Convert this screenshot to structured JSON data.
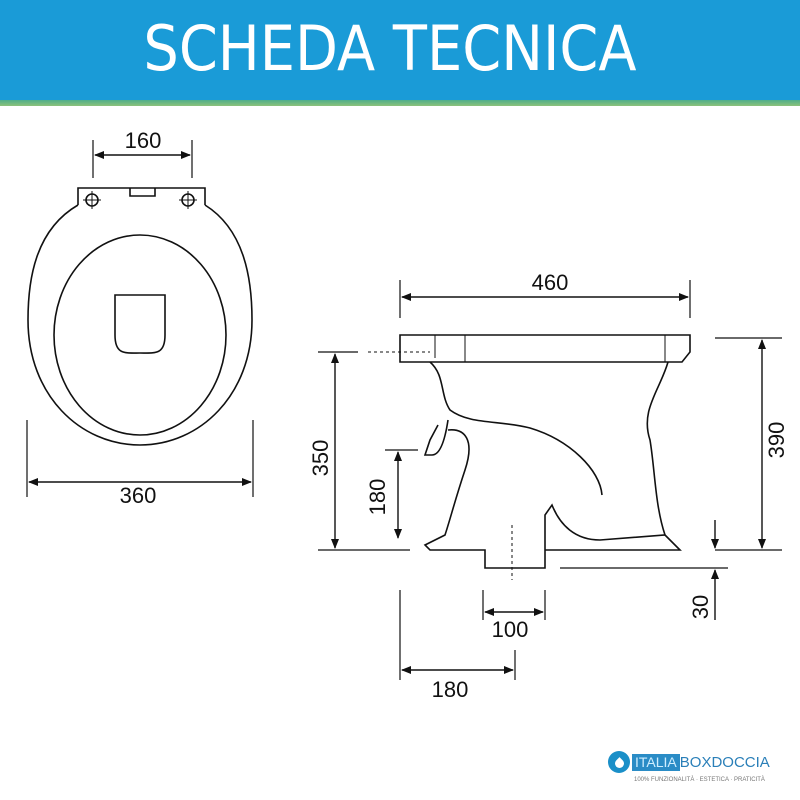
{
  "header": {
    "title": "SCHEDA TECNICA"
  },
  "top_view": {
    "dim_hinge_spacing": "160",
    "dim_width": "360"
  },
  "side_view": {
    "dim_length": "460",
    "dim_total_height": "390",
    "dim_bowl_height": "350",
    "dim_inlet_height": "180",
    "dim_base": "30",
    "dim_outlet_width": "100",
    "dim_outlet_offset": "180"
  },
  "logo": {
    "italia": "ITALIA",
    "boxdoccia": "BOXDOCCIA",
    "tagline": "100% FUNZIONALITÀ · ESTETICA · PRATICITÀ"
  },
  "colors": {
    "header": "#1a9bd7",
    "stripe": "#8cc27a"
  }
}
